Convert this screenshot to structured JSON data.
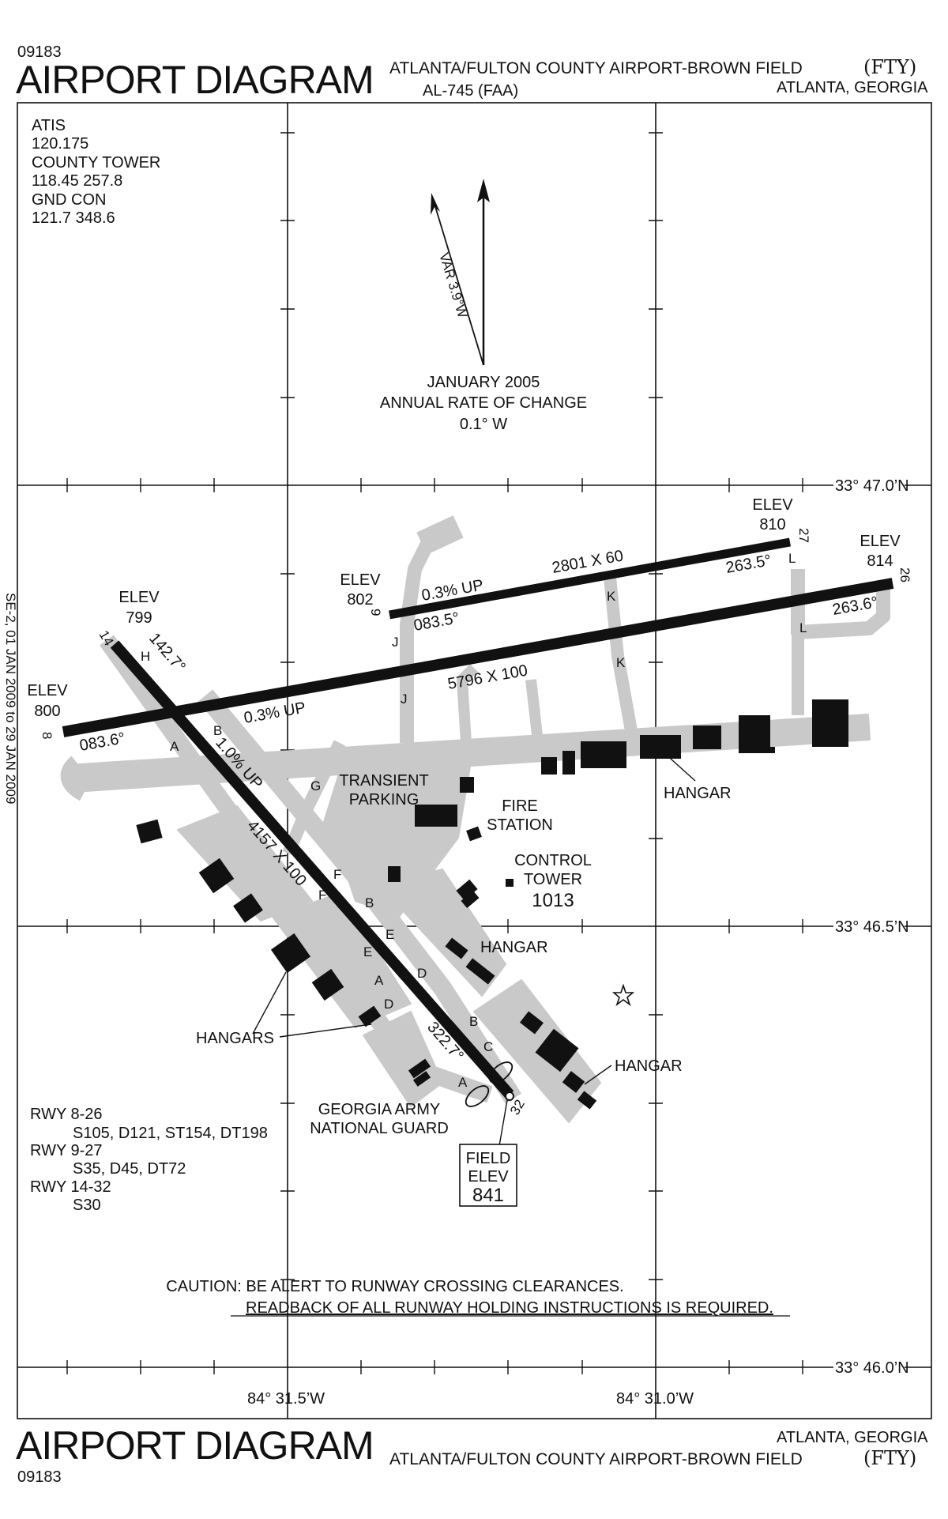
{
  "header": {
    "doc_id": "09183",
    "title": "AIRPORT DIAGRAM",
    "airport_name": "ATLANTA/FULTON COUNTY AIRPORT-BROWN FIELD",
    "ident": "(FTY)",
    "procedure": "AL-745 (FAA)",
    "city_state": "ATLANTA, GEORGIA"
  },
  "footer": {
    "title": "AIRPORT DIAGRAM",
    "city_state": "ATLANTA, GEORGIA",
    "airport_name": "ATLANTA/FULTON COUNTY AIRPORT-BROWN FIELD",
    "ident": "(FTY)",
    "doc_id": "09183"
  },
  "frequencies": [
    "ATIS",
    "120.175",
    "COUNTY TOWER",
    "118.45  257.8",
    "GND CON",
    "121.7  348.6"
  ],
  "magnetic": {
    "variation": "VAR 3.9°W",
    "date": "JANUARY 2005",
    "rate_label": "ANNUAL RATE OF CHANGE",
    "rate_value": "0.1° W"
  },
  "coordinates": {
    "lat_top": "33° 47.0’N",
    "lat_mid": "33° 46.5’N",
    "lat_bottom": "33° 46.0’N",
    "lon_left": "84° 31.5’W",
    "lon_right": "84° 31.0’W"
  },
  "runways": {
    "rwy_8_26": {
      "end_8": "8",
      "end_26": "26",
      "elev_label": "ELEV",
      "elev_8": "800",
      "elev_26": "814",
      "heading_8": "083.6°",
      "heading_26": "263.6°",
      "slope": "0.3% UP",
      "dimensions": "5796 X 100"
    },
    "rwy_9_27": {
      "end_9": "9",
      "end_27": "27",
      "elev_9": "802",
      "elev_27": "810",
      "heading_9": "083.5°",
      "heading_27": "263.5°",
      "slope": "0.3% UP",
      "dimensions": "2801 X 60"
    },
    "rwy_14_32": {
      "end_14": "14",
      "end_32": "32",
      "elev_14": "799",
      "heading_14": "142.7°",
      "heading_32": "322.7°",
      "slope": "1.0% UP",
      "dimensions": "4157 X 100"
    }
  },
  "taxiways": {
    "A": "A",
    "B": "B",
    "C": "C",
    "D": "D",
    "E": "E",
    "F": "F",
    "G": "G",
    "H": "H",
    "J": "J",
    "K": "K",
    "L": "L"
  },
  "facilities": {
    "transient_parking": [
      "TRANSIENT",
      "PARKING"
    ],
    "fire_station": [
      "FIRE",
      "STATION"
    ],
    "control_tower": [
      "CONTROL",
      "TOWER"
    ],
    "control_tower_elev": "1013",
    "hangar": "HANGAR",
    "hangars": "HANGARS",
    "national_guard": [
      "GEORGIA ARMY",
      "NATIONAL GUARD"
    ],
    "field_elev": [
      "FIELD",
      "ELEV",
      "841"
    ]
  },
  "strength_notes": [
    "RWY 8-26",
    "S105, D121, ST154, DT198",
    "RWY 9-27",
    "S35, D45, DT72",
    "RWY 14-32",
    "S30"
  ],
  "caution": {
    "line1": "CAUTION: BE ALERT TO RUNWAY CROSSING CLEARANCES.",
    "line2": "READBACK OF ALL RUNWAY HOLDING INSTRUCTIONS IS REQUIRED."
  },
  "side_margin_text": "SE-2, 01 JAN 2009 to 29 JAN 2009",
  "colors": {
    "pavement": "#c9c9c9",
    "runway": "#111111",
    "building": "#111111",
    "grid": "#111111"
  }
}
